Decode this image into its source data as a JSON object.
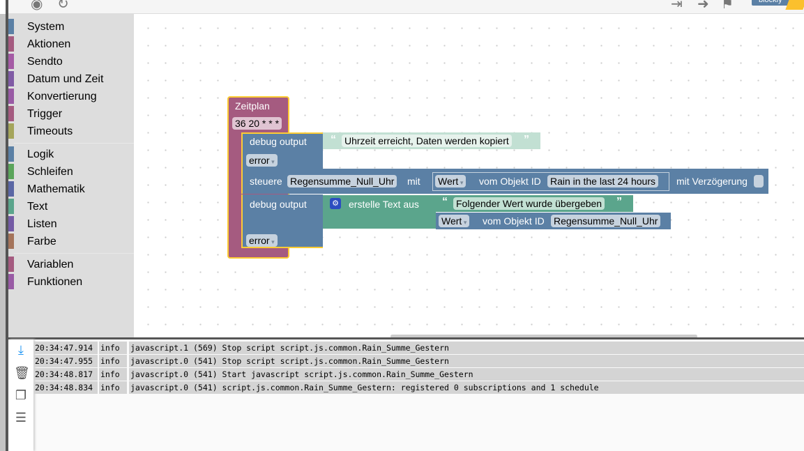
{
  "toolbar": {
    "left_icons": [
      "target-icon",
      "refresh-icon"
    ],
    "right_icons": [
      "export-icon",
      "import-icon",
      "flag-icon"
    ],
    "blockly_tab": "blockly"
  },
  "toolbox": {
    "groups": [
      [
        {
          "label": "System",
          "color": "#5b80a5"
        },
        {
          "label": "Aktionen",
          "color": "#a55b80"
        },
        {
          "label": "Sendto",
          "color": "#a55ba5"
        },
        {
          "label": "Datum und Zeit",
          "color": "#805ba5"
        },
        {
          "label": "Konvertierung",
          "color": "#995ba5"
        },
        {
          "label": "Trigger",
          "color": "#a55b80"
        },
        {
          "label": "Timeouts",
          "color": "#a5a55b"
        }
      ],
      [
        {
          "label": "Logik",
          "color": "#5b80a5"
        },
        {
          "label": "Schleifen",
          "color": "#5ba55b"
        },
        {
          "label": "Mathematik",
          "color": "#5b67a5"
        },
        {
          "label": "Text",
          "color": "#5ba58c"
        },
        {
          "label": "Listen",
          "color": "#745ba5"
        },
        {
          "label": "Farbe",
          "color": "#a5745b"
        }
      ],
      [
        {
          "label": "Variablen",
          "color": "#a55b80"
        },
        {
          "label": "Funktionen",
          "color": "#995ba5"
        }
      ]
    ]
  },
  "blocks": {
    "schedule": {
      "title": "Zeitplan",
      "cron": "36 20 * * *"
    },
    "debug1": {
      "label": "debug output",
      "text": "Uhrzeit erreicht, Daten werden kopiert",
      "level": "error"
    },
    "control": {
      "label": "steuere",
      "target": "Regensumme_Null_Uhr",
      "with": "mit",
      "value_mode": "Wert",
      "from_object": "vom Objekt ID",
      "object": "Rain in the last 24 hours",
      "delay": "mit Verzögerung"
    },
    "debug2": {
      "label": "debug output",
      "join": "erstelle Text aus",
      "text": "Folgender Wert wurde übergeben",
      "value_mode": "Wert",
      "from_object": "vom Objekt ID",
      "object": "Regensumme_Null_Uhr",
      "level": "error"
    }
  },
  "log": {
    "rows": [
      {
        "time": "20:34:47.914",
        "level": "info",
        "msg": "javascript.1 (569) Stop script script.js.common.Rain_Summe_Gestern"
      },
      {
        "time": "20:34:47.955",
        "level": "info",
        "msg": "javascript.0 (541) Stop script script.js.common.Rain_Summe_Gestern"
      },
      {
        "time": "20:34:48.817",
        "level": "info",
        "msg": "javascript.0 (541) Start javascript script.js.common.Rain_Summe_Gestern"
      },
      {
        "time": "20:34:48.834",
        "level": "info",
        "msg": "javascript.0 (541) script.js.common.Rain_Summe_Gestern: registered 0 subscriptions and 1 schedule"
      }
    ]
  }
}
